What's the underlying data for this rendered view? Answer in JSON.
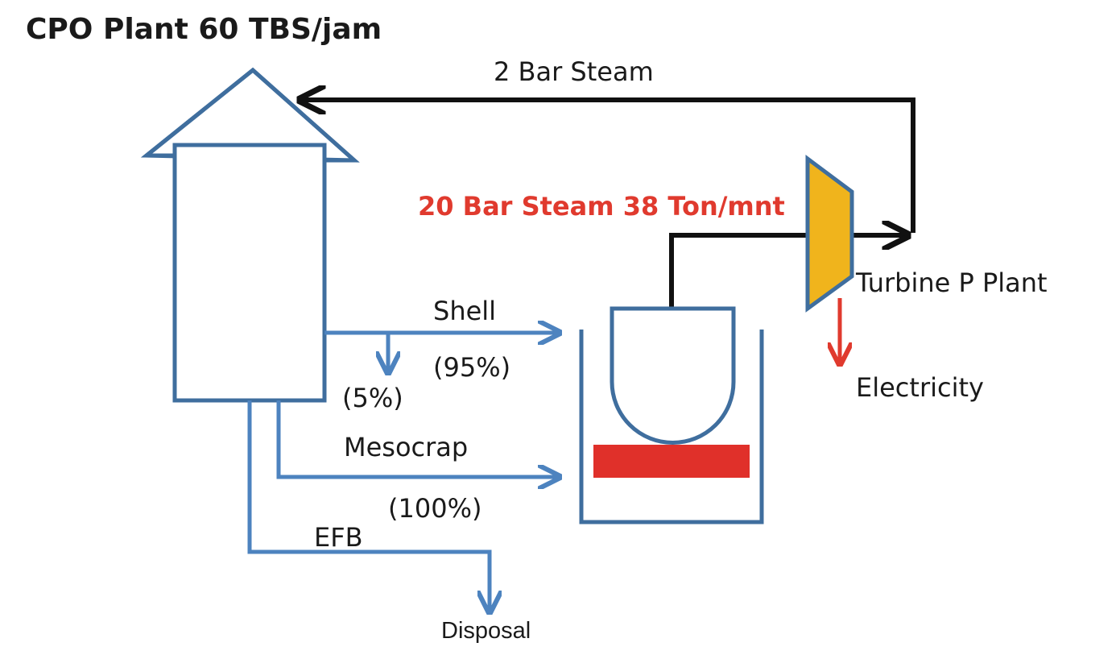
{
  "title": "CPO Plant 60 TBS/jam",
  "flows": {
    "low_pressure_steam": "2 Bar Steam",
    "high_pressure_steam": "20 Bar Steam 38 Ton/mnt",
    "shell": "Shell",
    "shell_to_boiler_pct": "(95%)",
    "shell_diverted_pct": "(5%)",
    "mesocarp": "Mesocrap",
    "mesocarp_pct": "(100%)",
    "efb": "EFB",
    "disposal": "Disposal",
    "electricity": "Electricity"
  },
  "equipment": {
    "turbine": "Turbine P Plant"
  },
  "colors": {
    "process_blue": "#4d83bf",
    "outline_blue": "#3f6e9e",
    "steam_black": "#111111",
    "highlight_red": "#e03a2e",
    "turbine_yellow": "#f0b41c",
    "furnace_red": "#e0302a"
  }
}
